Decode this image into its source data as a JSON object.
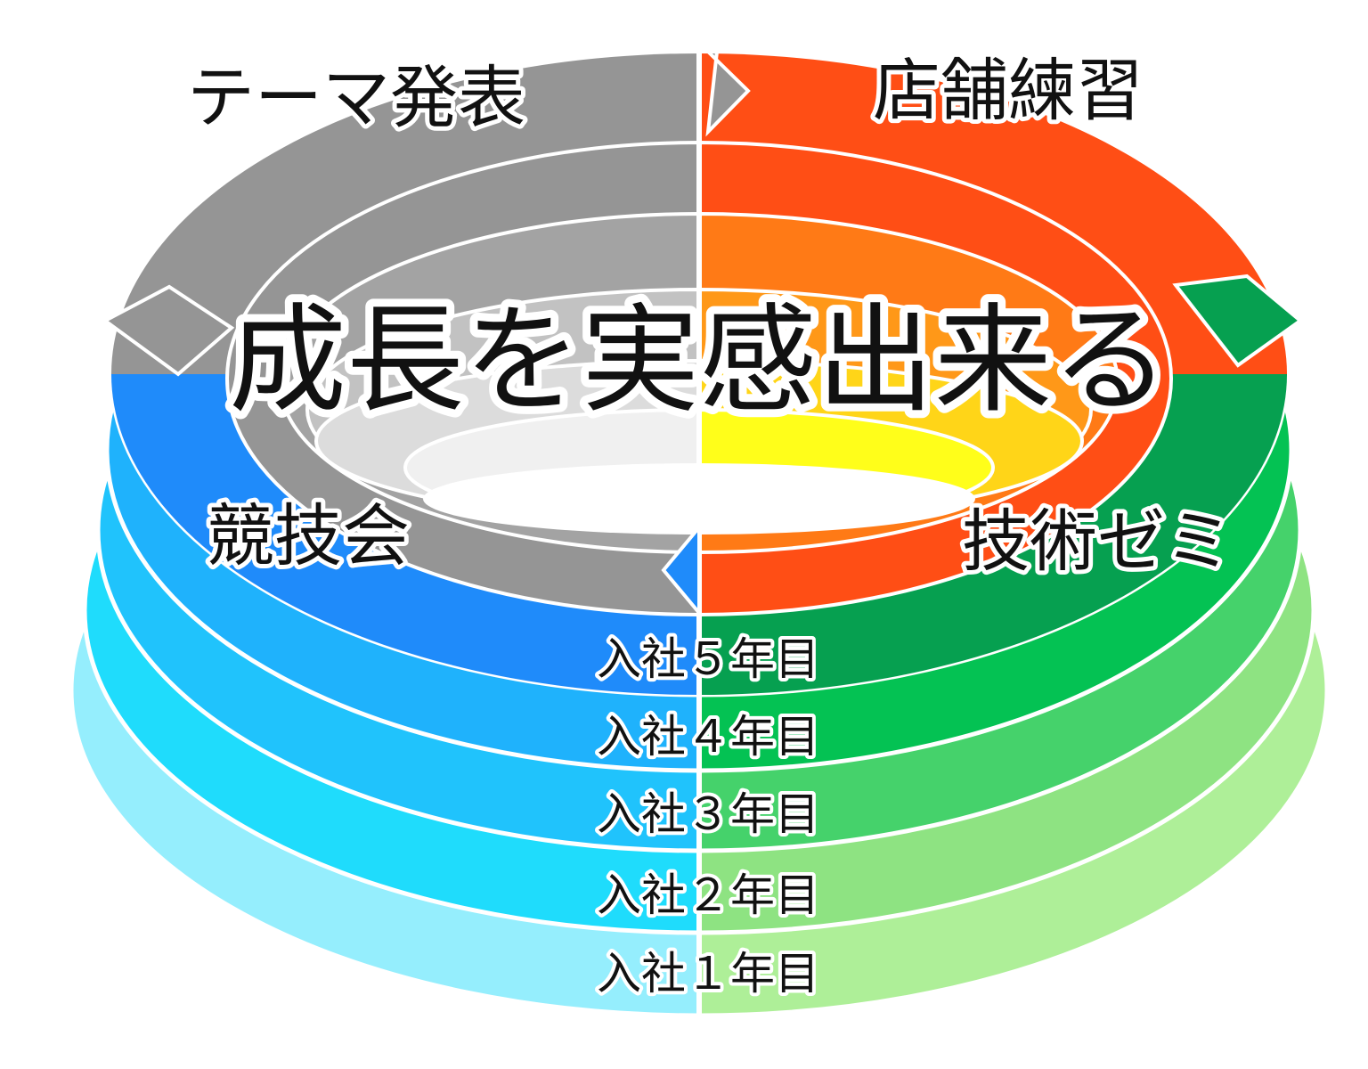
{
  "title": "成長を実感出来る",
  "phases": [
    {
      "id": "theme",
      "label": "テーマ発表",
      "color": "#959595"
    },
    {
      "id": "store",
      "label": "店舗練習",
      "color": "#ff4e15"
    },
    {
      "id": "seminar",
      "label": "技術ゼミ",
      "color": "#06a050"
    },
    {
      "id": "contest",
      "label": "競技会",
      "color": "#1f8bfa"
    }
  ],
  "years": [
    {
      "label": "入社５年目",
      "left_color": "#1f8bfa",
      "right_color": "#06a050"
    },
    {
      "label": "入社４年目",
      "left_color": "#1fb2fc",
      "right_color": "#04c253"
    },
    {
      "label": "入社３年目",
      "left_color": "#20c3fc",
      "right_color": "#45d26b"
    },
    {
      "label": "入社２年目",
      "left_color": "#1fdcfc",
      "right_color": "#8ee382"
    },
    {
      "label": "入社１年目",
      "left_color": "#95eefd",
      "right_color": "#aeef98"
    }
  ],
  "inner_rings": {
    "left": [
      "#959595",
      "#a3a3a3",
      "#c2c2c2",
      "#dcdcdc",
      "#f0f0f0"
    ],
    "right": [
      "#ff4e15",
      "#ff7a16",
      "#ff9818",
      "#ffd518",
      "#fffe1a"
    ]
  }
}
